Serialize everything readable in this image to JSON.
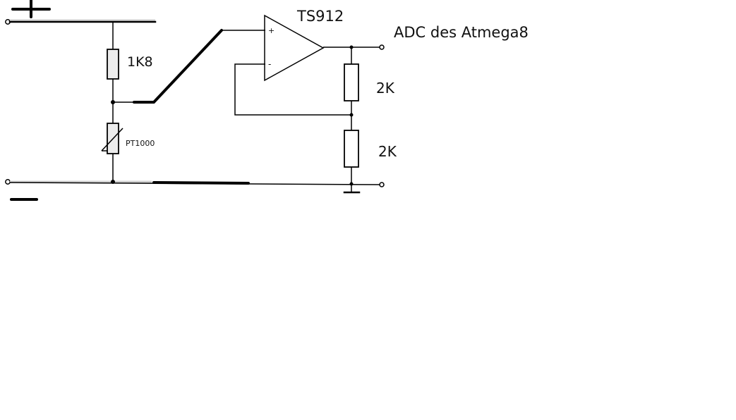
{
  "labels": {
    "opamp": "TS912",
    "output": "ADC des Atmega8",
    "r_top": "1K8",
    "sensor": "PT1000",
    "r_fb_top": "2K",
    "r_fb_bottom": "2K",
    "opamp_plus": "+",
    "opamp_minus": "-"
  }
}
